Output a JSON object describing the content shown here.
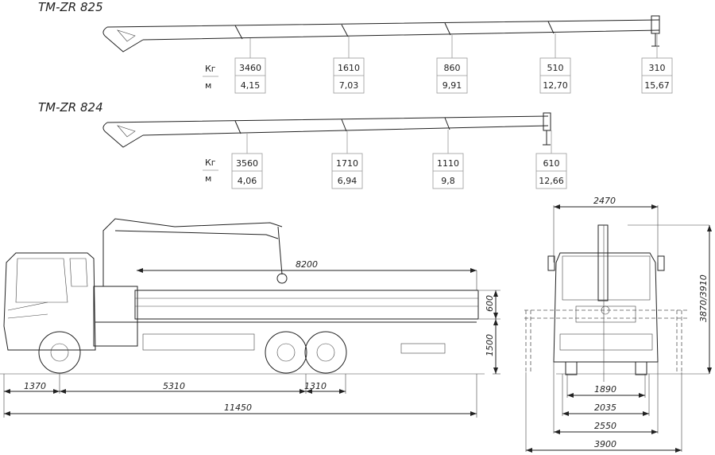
{
  "cranes": [
    {
      "model": "TM-ZR 825",
      "unit_load": "Кг",
      "unit_reach": "м",
      "loads": [
        {
          "kg": "3460",
          "m": "4,15"
        },
        {
          "kg": "1610",
          "m": "7,03"
        },
        {
          "kg": "860",
          "m": "9,91"
        },
        {
          "kg": "510",
          "m": "12,70"
        },
        {
          "kg": "310",
          "m": "15,67"
        }
      ]
    },
    {
      "model": "TM-ZR 824",
      "unit_load": "Кг",
      "unit_reach": "м",
      "loads": [
        {
          "kg": "3560",
          "m": "4,06"
        },
        {
          "kg": "1710",
          "m": "6,94"
        },
        {
          "kg": "1110",
          "m": "9,8"
        },
        {
          "kg": "610",
          "m": "12,66"
        }
      ]
    }
  ],
  "side_view": {
    "deck_length": "8200",
    "side_height": "600",
    "deck_height": "1500",
    "front_overhang": "1370",
    "wheelbase": "5310",
    "tandem": "1310",
    "overall_length": "11450"
  },
  "front_view": {
    "cab_width": "2470",
    "overall_height": "3870/3910",
    "track_inner": "1890",
    "track": "2035",
    "overall_width": "2550",
    "outrigger_span": "3900"
  }
}
